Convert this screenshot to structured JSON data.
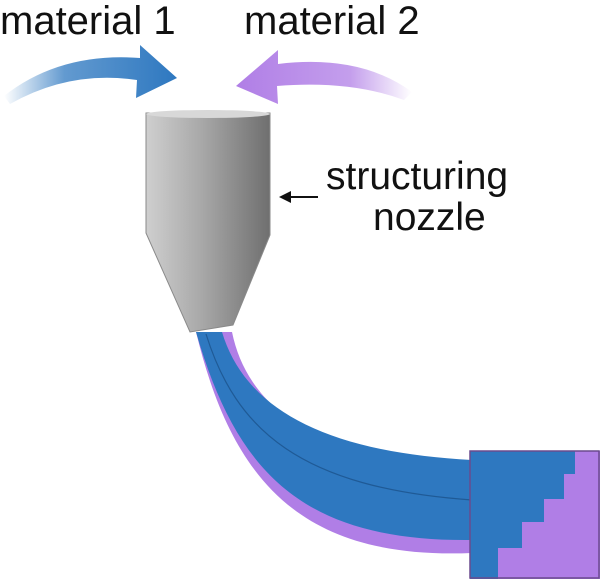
{
  "labels": {
    "material_1": "material 1",
    "material_2": "material 2",
    "nozzle_line_1": "structuring",
    "nozzle_line_2": "nozzle"
  },
  "colors": {
    "material_1": "#2e78c0",
    "material_2": "#b07ee6",
    "nozzle_dark": "#7a7a7a",
    "nozzle_light": "#c9c9c9",
    "text": "#111111"
  }
}
